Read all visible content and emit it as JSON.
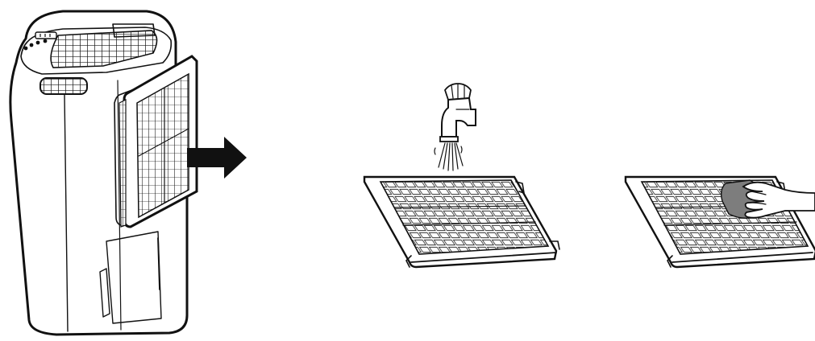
{
  "figure": {
    "panels": [
      {
        "id": "remove-filter"
      },
      {
        "id": "rinse-filter"
      },
      {
        "id": "wipe-filter"
      }
    ],
    "colors": {
      "line": "#111111",
      "background": "#ffffff",
      "cloth": "#7d7d7d"
    },
    "icons": [
      "dehumidifier",
      "air-filter",
      "arrow-right",
      "water-tap",
      "water-spray",
      "hand",
      "cloth"
    ]
  }
}
